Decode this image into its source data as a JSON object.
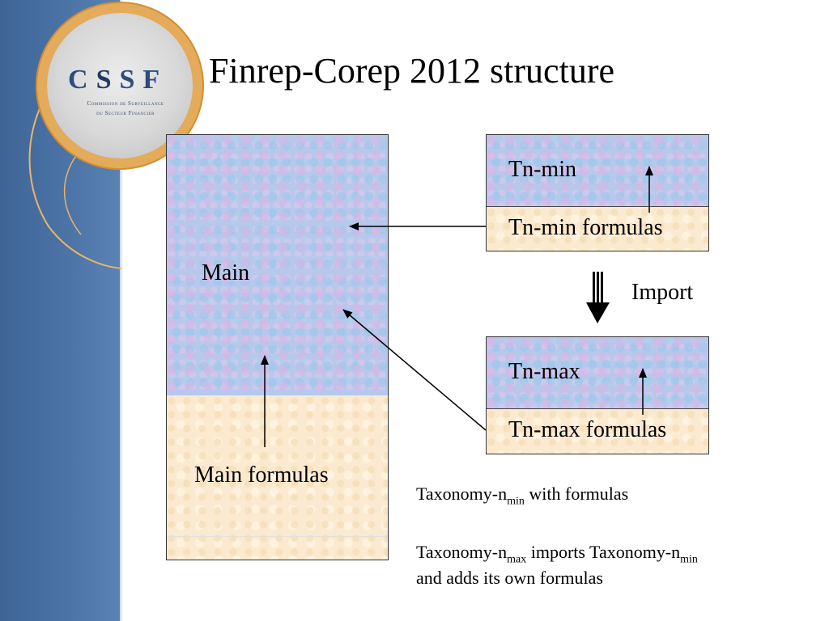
{
  "slide": {
    "title": "Finrep-Corep 2012 structure"
  },
  "logo": {
    "letters": [
      "C",
      "S",
      "S",
      "F"
    ],
    "line1": "Commission de Surveillance",
    "line2": "du Secteur Financier"
  },
  "main_box": {
    "main_label": "Main",
    "formulas_label": "Main formulas"
  },
  "tn_min_box": {
    "label": "Tn-min",
    "formulas_label": "Tn-min formulas"
  },
  "tn_max_box": {
    "label": "Tn-max",
    "formulas_label": "Tn-max formulas"
  },
  "import_label": "Import",
  "notes": {
    "note1_prefix": "Taxonomy-n",
    "note1_sub": "min",
    "note1_suffix": " with formulas",
    "note2_prefix": "Taxonomy-n",
    "note2_sub1": "max",
    "note2_middle": " imports Taxonomy-n",
    "note2_sub2": "min",
    "note2_line2": "and adds its own formulas"
  },
  "colors": {
    "sidebar": "#4b73a6",
    "logo_ring": "#e4ab5a",
    "taxonomy_blue": "#b6c8ec",
    "formula_beige": "#fbead0"
  }
}
